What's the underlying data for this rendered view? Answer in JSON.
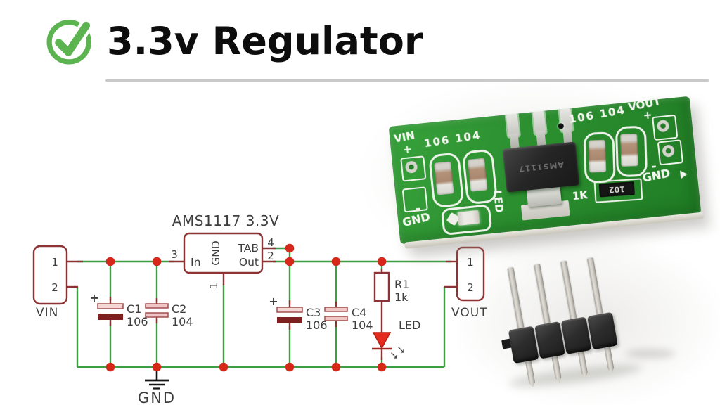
{
  "title": {
    "text": "3.3v Regulator"
  },
  "colors": {
    "accent_green": "#5bb450",
    "wire_green": "#3f9e44",
    "schematic_maroon": "#8e3333",
    "junction_red": "#d5271a",
    "ic_label_red": "#e04545",
    "board_green": "#2e9033"
  },
  "schematic": {
    "ic": {
      "label": "AMS1117 3.3V",
      "pin_in": "In",
      "pin_gnd": "GND",
      "pin_tab": "TAB",
      "pin_out": "Out",
      "num_in": "3",
      "num_gnd": "1",
      "num_tab": "4",
      "num_out": "2"
    },
    "vin": {
      "label": "VIN",
      "pin1": "1",
      "pin2": "2"
    },
    "vout": {
      "label": "VOUT",
      "pin1": "1",
      "pin2": "2"
    },
    "caps": {
      "c1_ref": "C1",
      "c1_val": "106",
      "c2_ref": "C2",
      "c2_val": "104",
      "c3_ref": "C3",
      "c3_val": "106",
      "c4_ref": "C4",
      "c4_val": "104"
    },
    "c1_plus": "+",
    "c3_plus": "+",
    "resistor": {
      "ref": "R1",
      "val": "1k"
    },
    "led_label": "LED",
    "led_arrow": "↘",
    "gnd_label": "GND"
  },
  "pcb": {
    "vin": "VIN",
    "vin_plus": "+",
    "caps_left": "106 104",
    "caps_right": "106 104",
    "vout": "VOUT",
    "vout_plus": "+",
    "gnd_left": "GND",
    "gnd_left_minus": "-",
    "gnd_right": "GND",
    "gnd_right_minus": "-",
    "led": "LED",
    "res_label": "1K",
    "chip_marking": "AMS1117",
    "res_marking": "102"
  }
}
